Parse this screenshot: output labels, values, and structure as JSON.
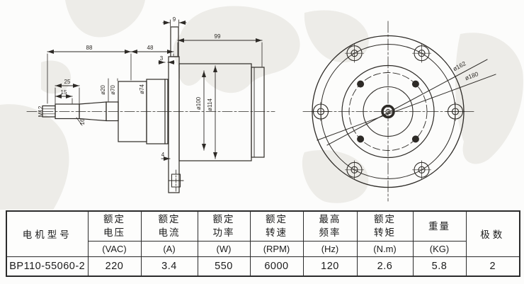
{
  "drawing": {
    "side_dims": {
      "len88": "88",
      "len48": "48",
      "len99": "99",
      "len9": "9",
      "len3": "3",
      "len25": "25",
      "len15": "15",
      "len4": "4",
      "len16": "16",
      "thread": "M12",
      "dia20": "ø20",
      "dia70": "ø70",
      "dia74": "ø74",
      "dia100": "ø100",
      "dia114": "ø114"
    },
    "front_dims": {
      "dia162": "ø162",
      "dia180": "ø180"
    }
  },
  "table": {
    "model_header": "电机型号",
    "poles_header": "极数",
    "cols": [
      {
        "l1": "额定",
        "l2": "电压",
        "unit": "(VAC)"
      },
      {
        "l1": "额定",
        "l2": "电流",
        "unit": "(A)"
      },
      {
        "l1": "额定",
        "l2": "功率",
        "unit": "(W)"
      },
      {
        "l1": "额定",
        "l2": "转速",
        "unit": "(RPM)"
      },
      {
        "l1": "最高",
        "l2": "频率",
        "unit": "(Hz)"
      },
      {
        "l1": "额定",
        "l2": "转矩",
        "unit": "(N.m)"
      },
      {
        "l1": "重量",
        "l2": "",
        "unit": "(KG)"
      }
    ],
    "row": {
      "model": "BP110-55060-2",
      "voltage": "220",
      "current": "3.4",
      "power": "550",
      "speed": "6000",
      "frequency": "120",
      "torque": "2.6",
      "weight": "5.8",
      "poles": "2"
    }
  },
  "colors": {
    "line": "#2d2a26",
    "table_border": "#2b2b2b",
    "background": "#fcfcfb",
    "watermark": "#edece8"
  }
}
